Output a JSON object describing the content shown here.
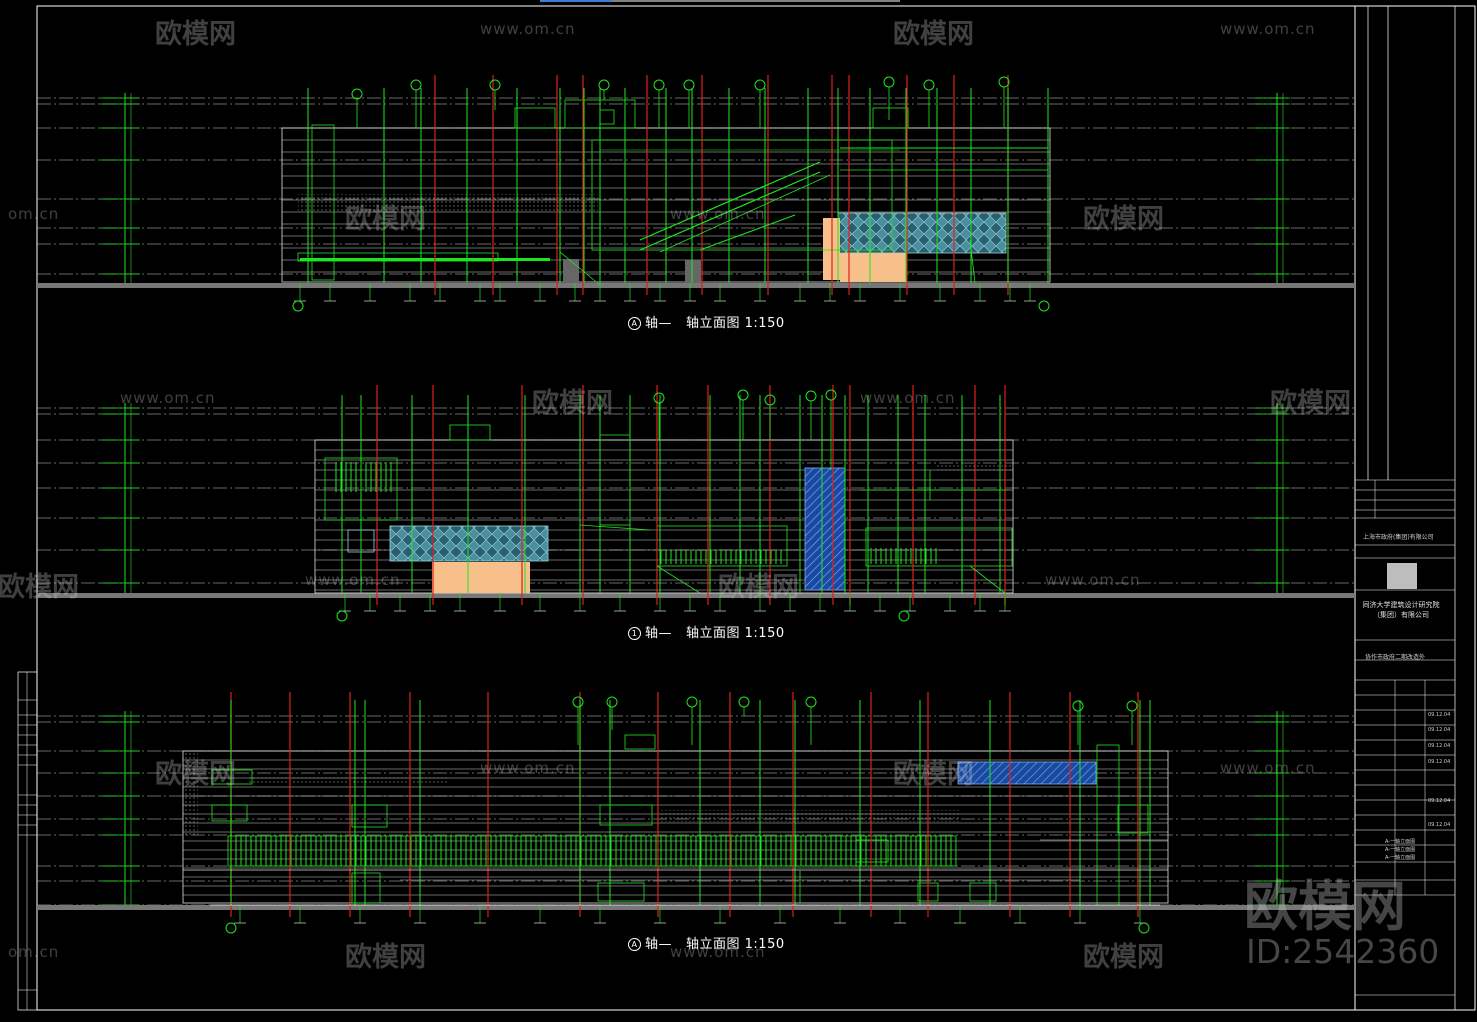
{
  "drawing": {
    "elevations": [
      {
        "marker": "A",
        "title": "轴立面图 1:150",
        "prefix": "轴—"
      },
      {
        "marker": "1",
        "title": "轴立面图 1:150",
        "prefix": "轴—"
      },
      {
        "marker": "A",
        "title": "轴立面图 1:150",
        "prefix": "轴—"
      }
    ],
    "title_block": {
      "client": "上海市政府(集团)有限公司",
      "institute": "同济大学建筑设计研究院（集团）有限公司",
      "project": "协作市政府二期改造外",
      "sheet_list": [
        "A-一轴立面图",
        "A-一轴立面图",
        "A-一轴立面图"
      ],
      "dates": [
        "09.12.04",
        "09.12.04",
        "09.12.04",
        "09.12.04",
        "09.12.04",
        "09.12.04"
      ]
    },
    "colors": {
      "frame": "#ffffff",
      "grid_lines": "#ffffff",
      "axis_red": "#e0201c",
      "green": "#1ee61e",
      "cyan": "#00c8ff",
      "peach": "#f7c08a",
      "glass_blue": "#1a56a8",
      "ground": "#777777"
    }
  },
  "watermarks": {
    "logo_text": "欧模网",
    "url_text": "www.om.cn",
    "url_fragment": "om.cn",
    "id_text": "ID:2542360"
  }
}
